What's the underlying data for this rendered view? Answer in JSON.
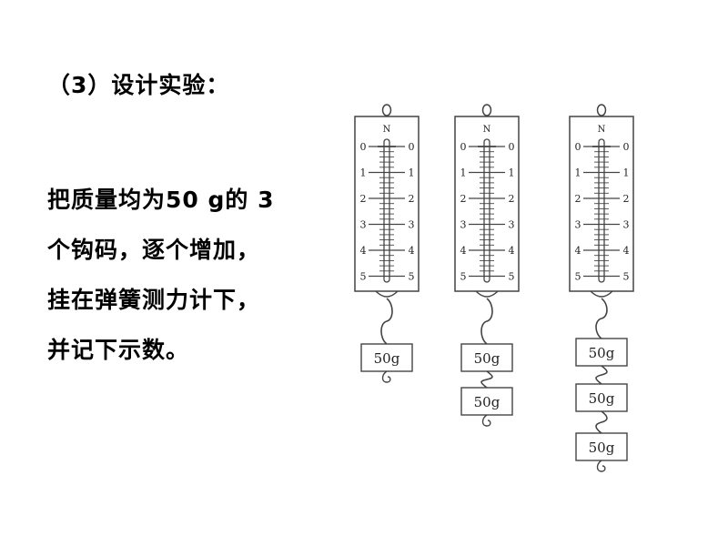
{
  "heading": "（3）设计实验：",
  "body_lines": [
    "把质量均为50 g的 3",
    "个钩码，逐个增加，",
    "挂在弹簧测力计下，",
    "并记下示数。"
  ],
  "scale_unit": "N",
  "scale_ticks": [
    "0",
    "1",
    "2",
    "3",
    "4",
    "5"
  ],
  "weight_label": "50g",
  "meters": [
    {
      "weights": [
        "50g"
      ]
    },
    {
      "weights": [
        "50g",
        "50g"
      ]
    },
    {
      "weights": [
        "50g",
        "50g",
        "50g"
      ]
    }
  ]
}
